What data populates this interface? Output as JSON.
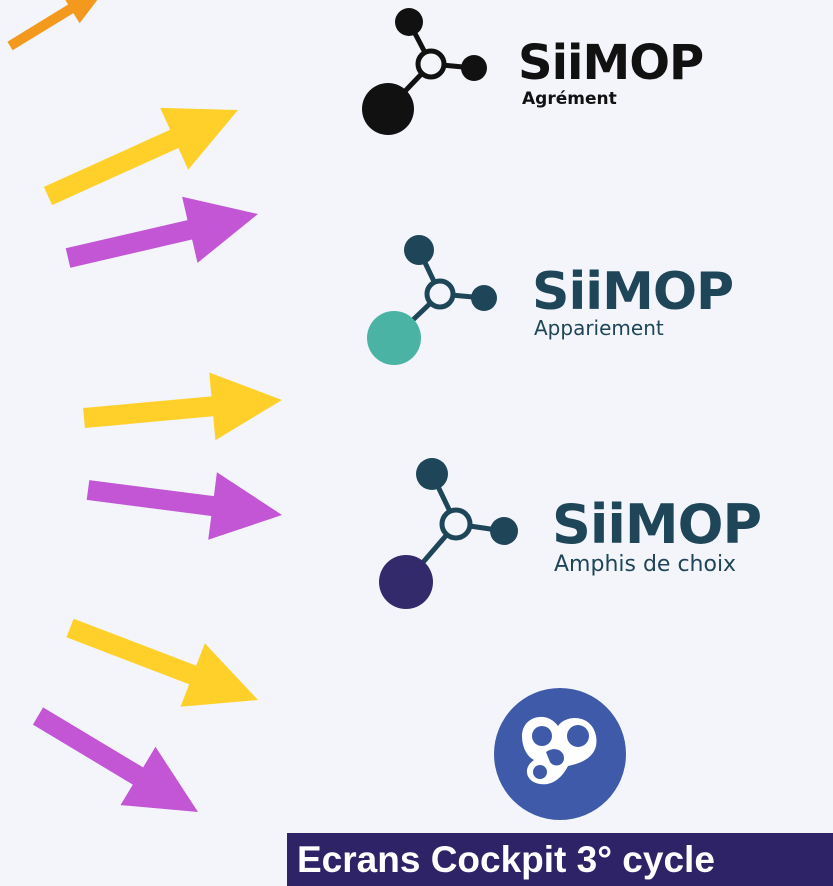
{
  "arrows": [
    {
      "name": "orange-arrow",
      "color": "#f39a1e"
    },
    {
      "name": "yellow-arrow",
      "color": "#ffd02a"
    },
    {
      "name": "purple-arrow",
      "color": "#c256d4"
    },
    {
      "name": "yellow-arrow",
      "color": "#ffd02a"
    },
    {
      "name": "purple-arrow",
      "color": "#c256d4"
    },
    {
      "name": "yellow-arrow",
      "color": "#ffd02a"
    },
    {
      "name": "purple-arrow",
      "color": "#c256d4"
    }
  ],
  "logos": {
    "agrement": {
      "brand": "SiiMOP",
      "subtitle": "Agrément",
      "color": "#111111",
      "accent": "#111111"
    },
    "appariement": {
      "brand": "SiiMOP",
      "subtitle": "Appariement",
      "color": "#1e4558",
      "accent": "#4bb3a3"
    },
    "amphis": {
      "brand": "SiiMOP",
      "subtitle": "Amphis de choix",
      "color": "#1e4558",
      "accent": "#332a6c"
    }
  },
  "cockpit": {
    "icon": "cockpit-icon",
    "color": "#3f5aa8"
  },
  "banner": {
    "text": "Ecrans Cockpit 3° cycle",
    "background": "#2f2368"
  }
}
